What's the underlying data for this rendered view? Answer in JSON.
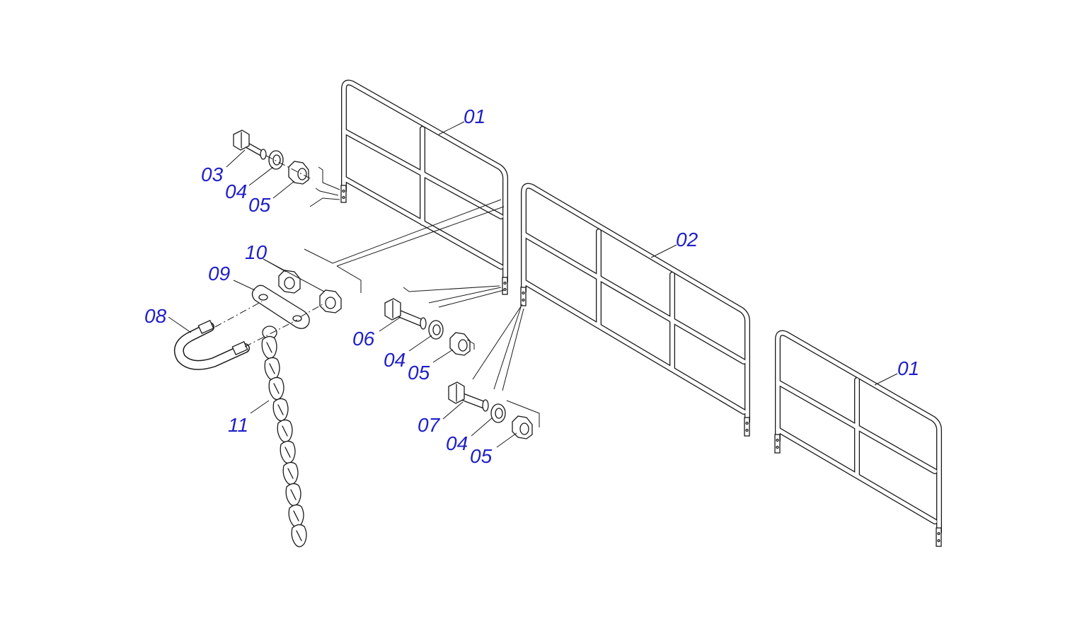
{
  "diagram": {
    "label_color": "#1f1fc8",
    "line_color": "#1a1a1a",
    "callouts": {
      "railing_left": "01",
      "railing_middle": "02",
      "railing_right": "01",
      "bolt_top": "03",
      "washer_top": "04",
      "nut_top": "05",
      "bolt_middle": "06",
      "washer_middle": "04",
      "nut_middle": "05",
      "bolt_bottom": "07",
      "washer_bottom": "04",
      "nut_bottom": "05",
      "u_bolt": "08",
      "plate": "09",
      "plate_nuts": "10",
      "chain": "11"
    }
  }
}
